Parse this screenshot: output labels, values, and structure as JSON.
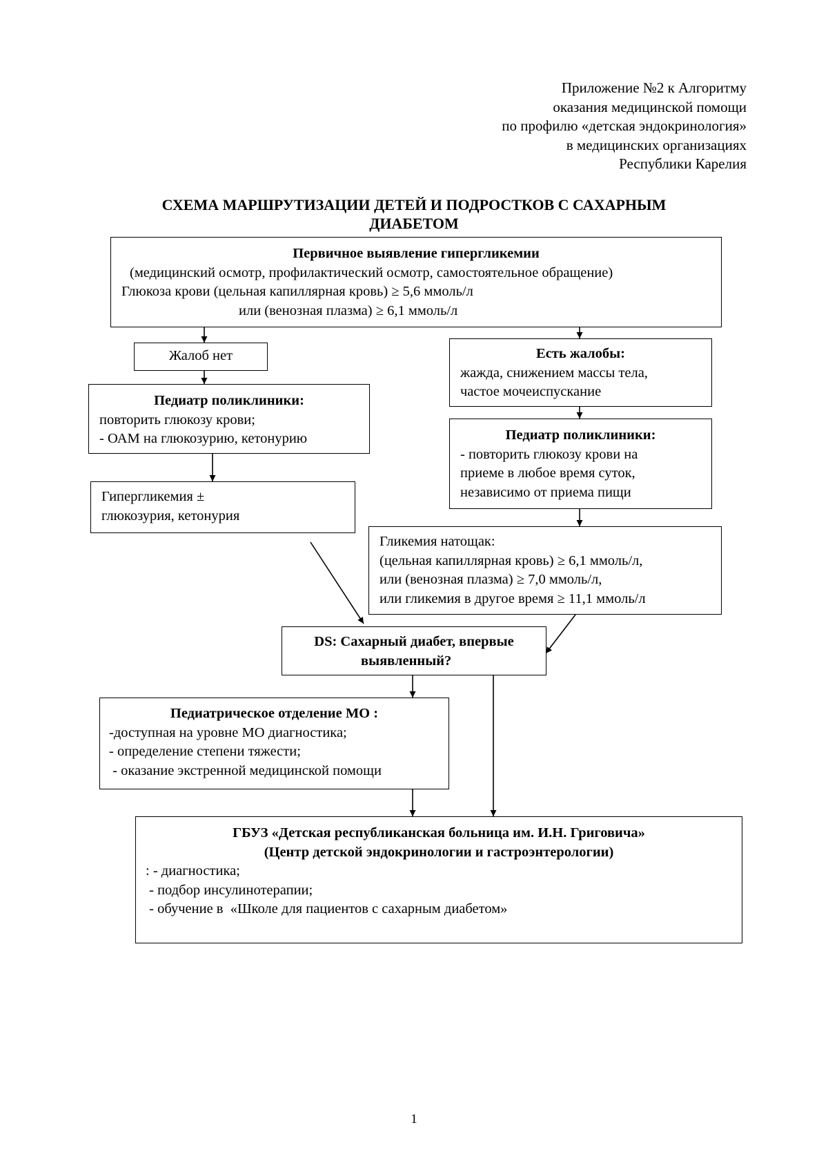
{
  "header": {
    "lines": [
      "Приложение  №2 к  Алгоритму",
      "оказания  медицинской помощи",
      "по профилю «детская эндокринология»",
      "в  медицинских  организациях",
      "Республики Карелия"
    ]
  },
  "title": {
    "line1": "СХЕМА МАРШРУТИЗАЦИИ ДЕТЕЙ И ПОДРОСТКОВ  С САХАРНЫМ",
    "line2": "ДИАБЕТОМ"
  },
  "nodes": {
    "primary": {
      "heading": "Первичное выявление гипергликемии",
      "lines": [
        "(медицинский осмотр, профилактический осмотр, самостоятельное обращение)",
        "Глюкоза крови  (цельная капиллярная кровь) ≥ 5,6 ммоль/л",
        "или (венозная плазма)  ≥ 6,1 ммоль/л"
      ]
    },
    "no_complaints": {
      "text": "Жалоб нет"
    },
    "complaints": {
      "heading": "Есть жалобы:",
      "lines": [
        "жажда, снижением массы тела,",
        "частое мочеиспускание"
      ]
    },
    "pediatrician_left": {
      "heading": "Педиатр  поликлиники:",
      "lines": [
        "повторить глюкозу крови;",
        "- ОАМ на глюкозурию, кетонурию"
      ]
    },
    "pediatrician_right": {
      "heading": "Педиатр  поликлиники:",
      "lines": [
        "- повторить глюкозу крови на",
        "приеме в любое время суток,",
        "независимо от приема пищи"
      ]
    },
    "hyperglycemia": {
      "lines": [
        "Гипергликемия ±",
        "глюкозурия, кетонурия"
      ]
    },
    "fasting": {
      "lines": [
        "Гликемия натощак:",
        "(цельная капиллярная кровь) ≥ 6,1 ммоль/л,",
        "или (венозная плазма)  ≥ 7,0 ммоль/л,",
        "или гликемия в другое время ≥ 11,1 ммоль/л"
      ]
    },
    "diagnosis": {
      "line1": "DS: Сахарный диабет, впервые",
      "line2": "выявленный?"
    },
    "pediatric_dept": {
      "heading": "Педиатрическое отделение МО :",
      "lines": [
        "-доступная на уровне МО диагностика;",
        "- определение степени тяжести;",
        " - оказание экстренной медицинской помощи"
      ]
    },
    "hospital": {
      "heading1": "ГБУЗ «Детская республиканская больница им. И.Н. Григовича»",
      "heading2": "(Центр детской эндокринологии и гастроэнтерологии)",
      "lines": [
        ": - диагностика;",
        " - подбор инсулинотерапии;",
        " - обучение в  «Школе для пациентов с сахарным диабетом»"
      ]
    }
  },
  "page_number": "1"
}
